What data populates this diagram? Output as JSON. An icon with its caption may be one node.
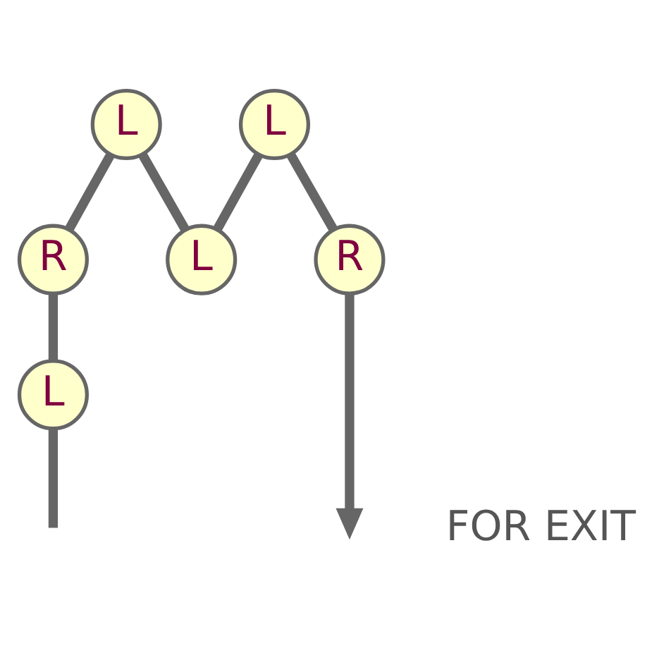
{
  "diagram": {
    "nodes": [
      {
        "text": [
          "L"
        ]
      },
      {
        "text": [
          "L"
        ]
      },
      {
        "text": [
          "L"
        ]
      },
      {
        "text": [
          "R"
        ]
      },
      {
        "text": [
          "R"
        ]
      },
      {
        "text": [
          "L"
        ]
      }
    ],
    "edges": [
      {
        "from": null,
        "to": 5,
        "arrow": "none"
      },
      {
        "from": 5,
        "to": 3,
        "arrow": "none"
      },
      {
        "from": 3,
        "to": 0,
        "arrow": "none"
      },
      {
        "from": 0,
        "to": 2,
        "arrow": "none"
      },
      {
        "from": 2,
        "to": 1,
        "arrow": "none"
      },
      {
        "from": 1,
        "to": 4,
        "arrow": "none"
      },
      {
        "from": 4,
        "to": null,
        "arrow": "to"
      }
    ],
    "labels": [
      "FOR EXIT"
    ]
  }
}
